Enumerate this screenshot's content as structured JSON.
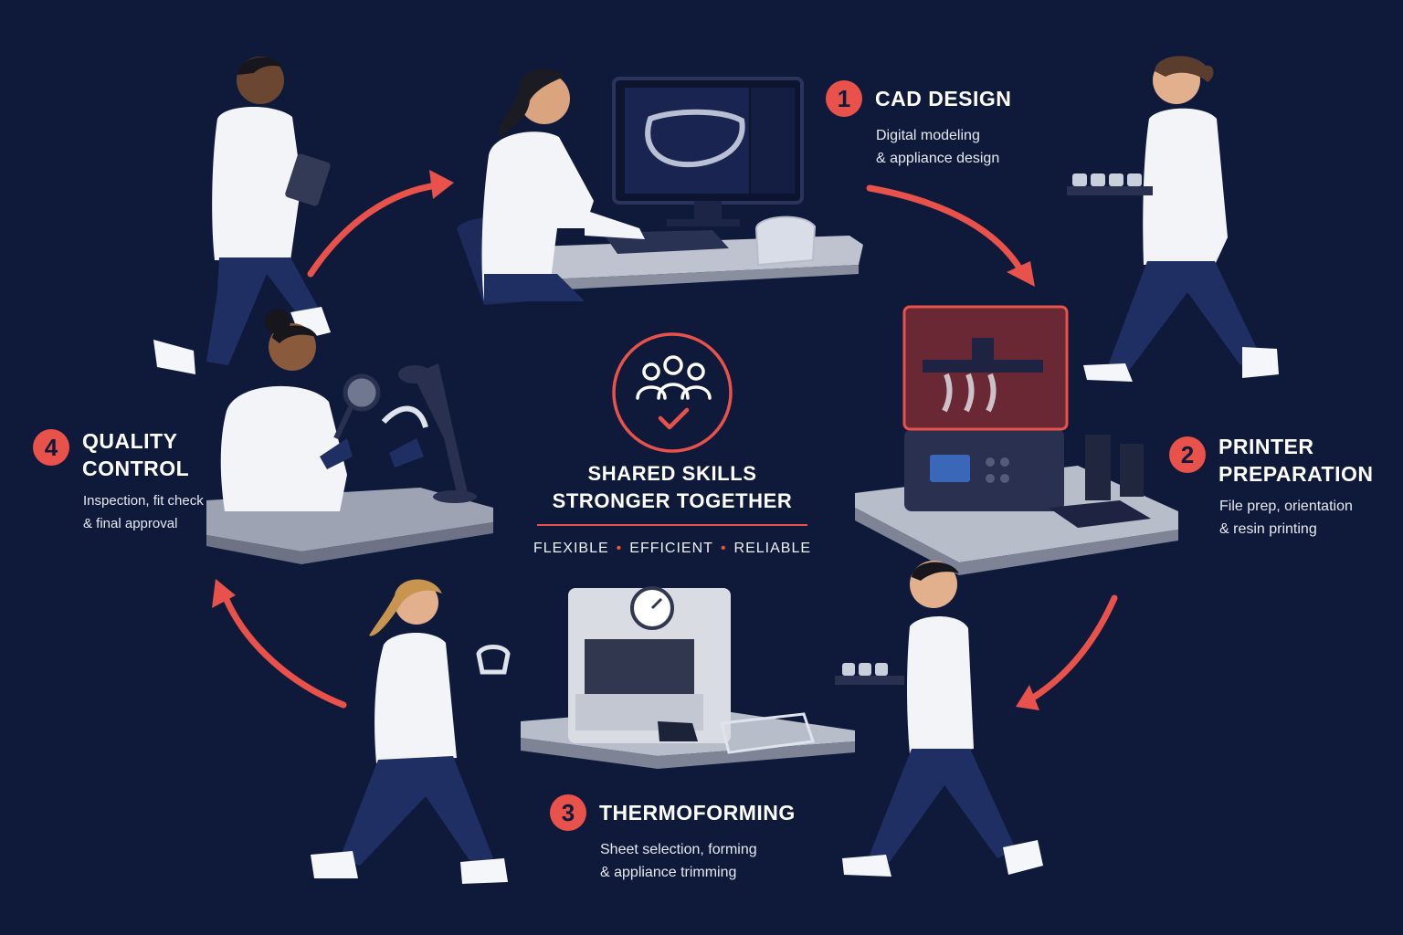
{
  "colors": {
    "background": "#0f1a3a",
    "accent": "#e8524a",
    "text": "#ffffff",
    "coat": "#f2f4f8",
    "pants": "#1f2f63",
    "bench": "#aeb3c2"
  },
  "center": {
    "icon": "team-check-icon",
    "tagline_line1": "SHARED SKILLS",
    "tagline_line2": "STRONGER TOGETHER",
    "values": [
      "FLEXIBLE",
      "EFFICIENT",
      "RELIABLE"
    ]
  },
  "steps": [
    {
      "number": "1",
      "title": "CAD DESIGN",
      "desc_line1": "Digital modeling",
      "desc_line2": "& appliance design"
    },
    {
      "number": "2",
      "title_line1": "PRINTER",
      "title_line2": "PREPARATION",
      "desc_line1": "File prep, orientation",
      "desc_line2": "& resin printing"
    },
    {
      "number": "3",
      "title": "THERMOFORMING",
      "desc_line1": "Sheet selection, forming",
      "desc_line2": "& appliance trimming"
    },
    {
      "number": "4",
      "title_line1": "QUALITY",
      "title_line2": "CONTROL",
      "desc_line1": "Inspection, fit check",
      "desc_line2": "& final approval"
    }
  ]
}
